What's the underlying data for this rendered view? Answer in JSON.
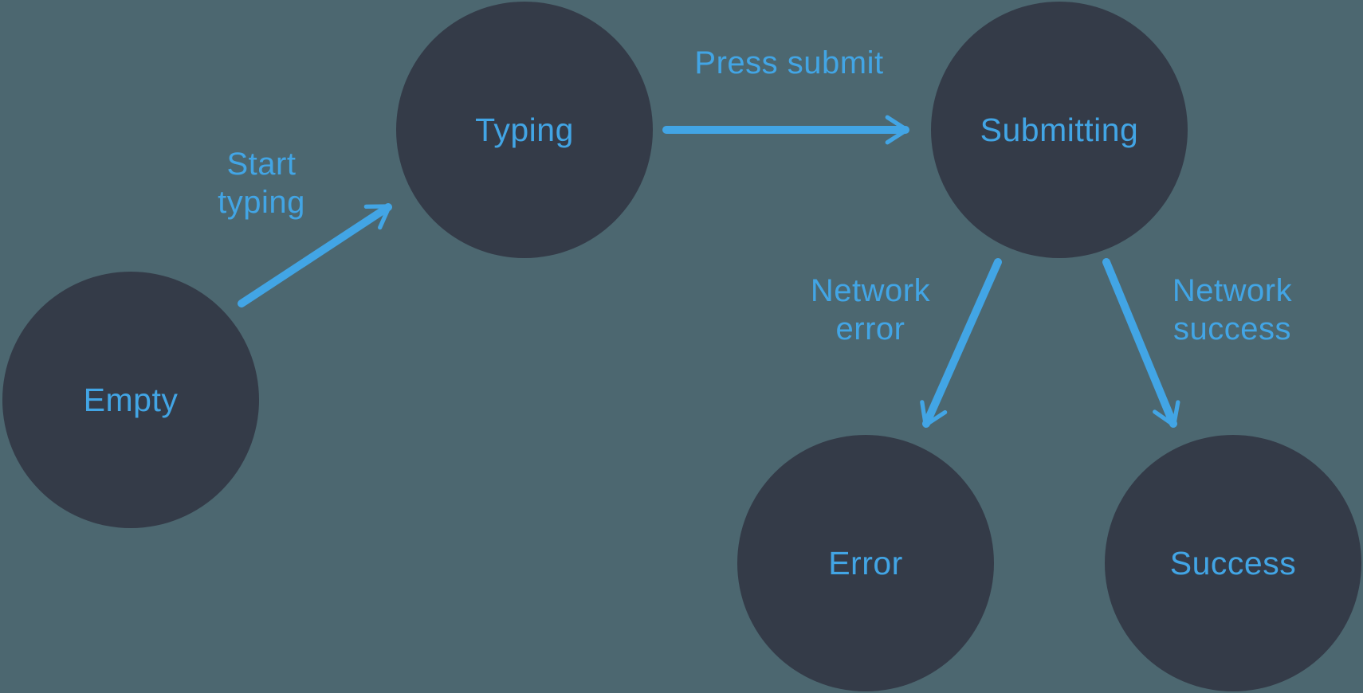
{
  "diagram": {
    "type": "state-machine",
    "colors": {
      "background": "#4C6770",
      "node_fill": "#343B48",
      "accent": "#42A5E5"
    },
    "nodes": [
      {
        "id": "empty",
        "label": "Empty"
      },
      {
        "id": "typing",
        "label": "Typing"
      },
      {
        "id": "submitting",
        "label": "Submitting"
      },
      {
        "id": "error",
        "label": "Error"
      },
      {
        "id": "success",
        "label": "Success"
      }
    ],
    "edges": [
      {
        "from": "empty",
        "to": "typing",
        "lines": [
          "Start",
          "typing"
        ]
      },
      {
        "from": "typing",
        "to": "submitting",
        "lines": [
          "Press submit"
        ]
      },
      {
        "from": "submitting",
        "to": "error",
        "lines": [
          "Network",
          "error"
        ]
      },
      {
        "from": "submitting",
        "to": "success",
        "lines": [
          "Network",
          "success"
        ]
      }
    ]
  }
}
